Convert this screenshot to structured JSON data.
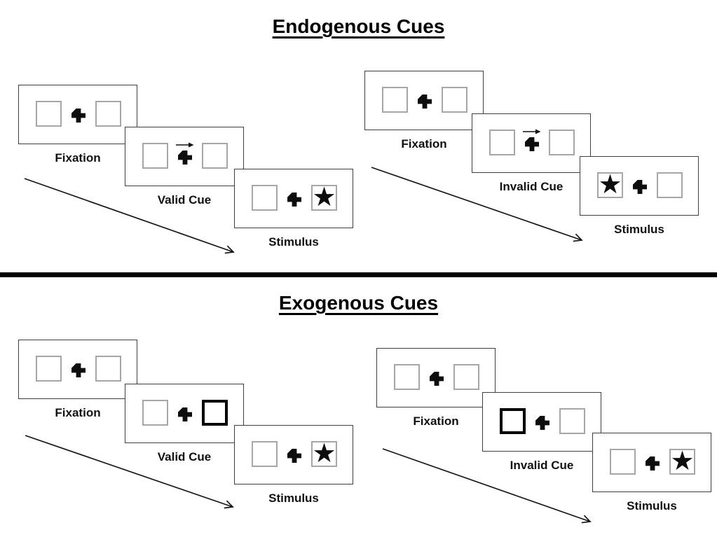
{
  "glyphs": {
    "star": "★"
  },
  "sections": [
    {
      "title": "Endogenous Cues",
      "groups": [
        {
          "name": "endogenous-valid-trial",
          "panels": [
            {
              "label": "Fixation"
            },
            {
              "label": "Valid Cue",
              "cue": "right-arrow-above-cross"
            },
            {
              "label": "Stimulus",
              "target": "star-in-right-box"
            }
          ]
        },
        {
          "name": "endogenous-invalid-trial",
          "panels": [
            {
              "label": "Fixation"
            },
            {
              "label": "Invalid Cue",
              "cue": "right-arrow-above-cross"
            },
            {
              "label": "Stimulus",
              "target": "star-in-left-box"
            }
          ]
        }
      ]
    },
    {
      "title": "Exogenous Cues",
      "groups": [
        {
          "name": "exogenous-valid-trial",
          "panels": [
            {
              "label": "Fixation"
            },
            {
              "label": "Valid Cue",
              "cue": "thick-right-box"
            },
            {
              "label": "Stimulus",
              "target": "star-in-right-box"
            }
          ]
        },
        {
          "name": "exogenous-invalid-trial",
          "panels": [
            {
              "label": "Fixation"
            },
            {
              "label": "Invalid Cue",
              "cue": "thick-left-box"
            },
            {
              "label": "Stimulus",
              "target": "star-in-right-box"
            }
          ]
        }
      ]
    }
  ]
}
